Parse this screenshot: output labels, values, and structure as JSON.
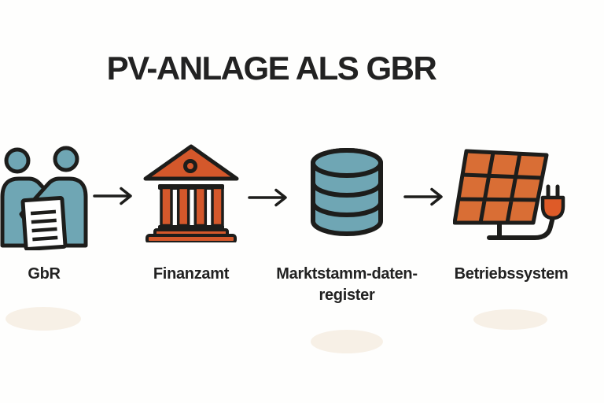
{
  "title": "PV-ANLAGE ALS GBR",
  "steps": [
    {
      "icon": "partners-handshake-icon",
      "label_lines": [
        "GbR"
      ]
    },
    {
      "icon": "bank-building-icon",
      "label_lines": [
        "Finanzamt"
      ]
    },
    {
      "icon": "database-icon",
      "label_lines": [
        "Marktstamm-daten-",
        "register"
      ]
    },
    {
      "icon": "solar-panel-plug-icon",
      "label_lines": [
        "Betriebssystem"
      ]
    }
  ],
  "connectors": [
    {
      "icon": "arrow-right-icon"
    },
    {
      "icon": "arrow-right-icon"
    },
    {
      "icon": "arrow-right-icon"
    }
  ],
  "colors": {
    "teal": "#6FA6B4",
    "orange": "#D4582B",
    "panel": "#D96E35",
    "plug": "#DE5B28",
    "outline": "#1D1D1B",
    "shadow": "#F7F0E6",
    "ink": "#222222",
    "paper": "#FEFEFD"
  }
}
